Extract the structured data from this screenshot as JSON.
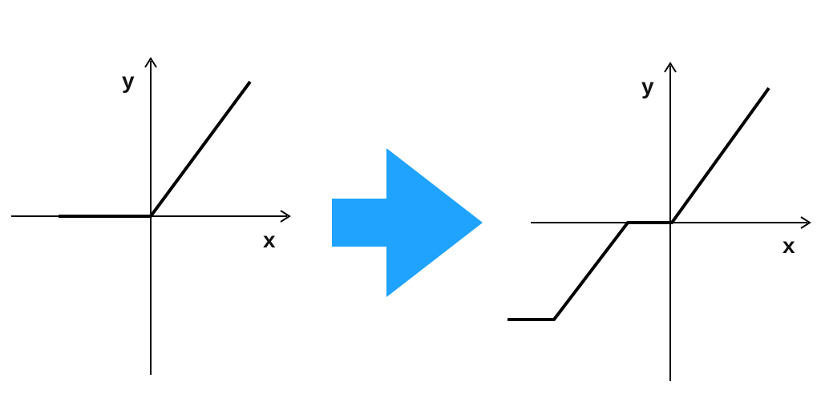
{
  "colors": {
    "arrow": "#1fa3ff",
    "ink": "#000000"
  },
  "icons": {
    "transform_arrow": "right-arrow-icon"
  },
  "left_plot": {
    "x_label": "x",
    "y_label": "y"
  },
  "right_plot": {
    "x_label": "x",
    "y_label": "y"
  }
}
